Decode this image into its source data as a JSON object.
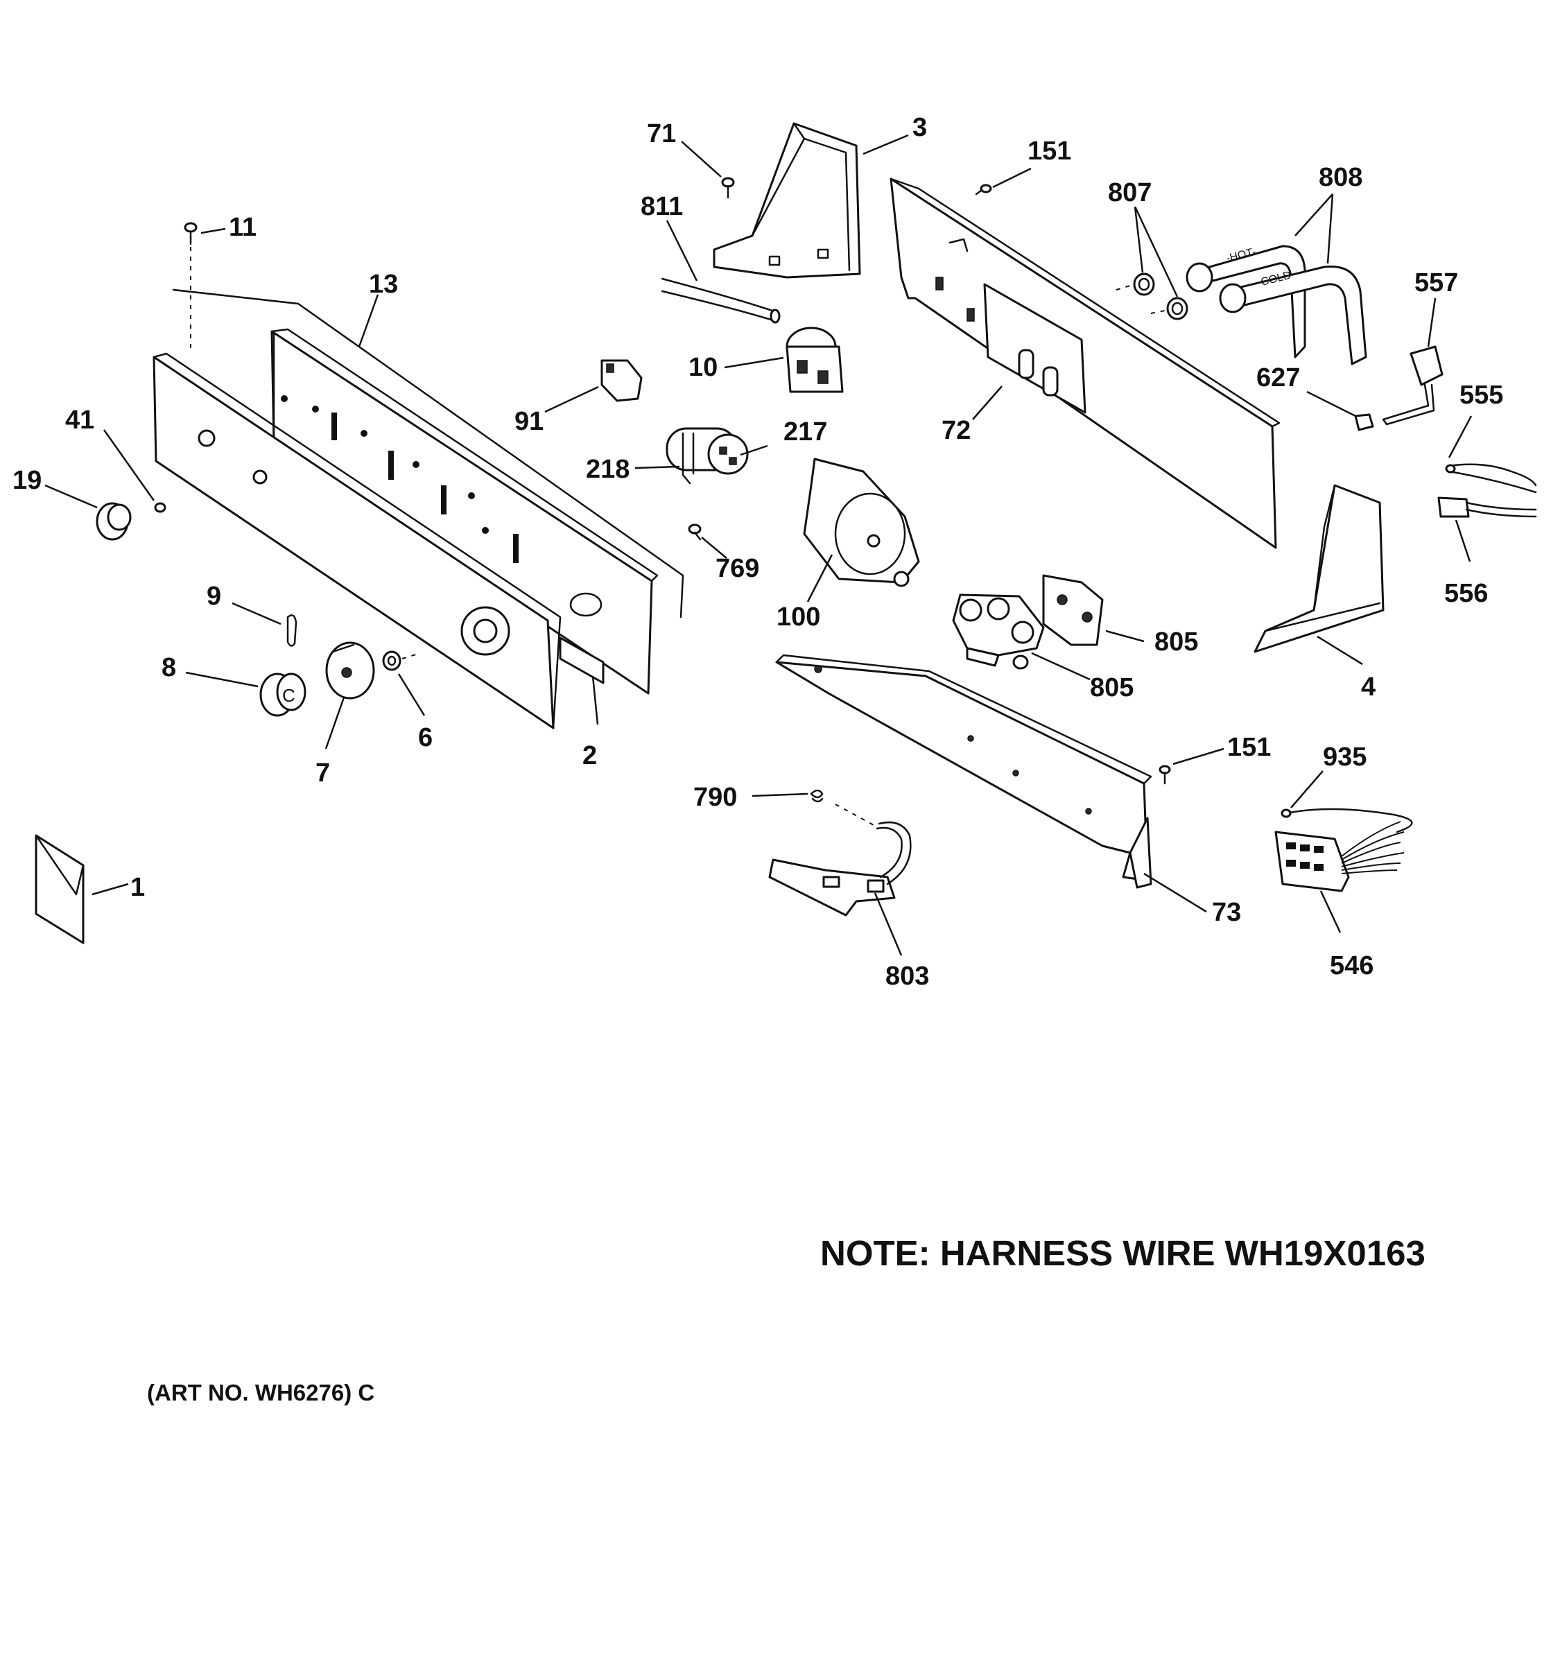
{
  "callouts": [
    {
      "id": "c1",
      "label": "1"
    },
    {
      "id": "c2",
      "label": "2"
    },
    {
      "id": "c3",
      "label": "3"
    },
    {
      "id": "c4",
      "label": "4"
    },
    {
      "id": "c6",
      "label": "6"
    },
    {
      "id": "c7",
      "label": "7"
    },
    {
      "id": "c8",
      "label": "8"
    },
    {
      "id": "c9",
      "label": "9"
    },
    {
      "id": "c10",
      "label": "10"
    },
    {
      "id": "c11",
      "label": "11"
    },
    {
      "id": "c13",
      "label": "13"
    },
    {
      "id": "c19",
      "label": "19"
    },
    {
      "id": "c41",
      "label": "41"
    },
    {
      "id": "c71",
      "label": "71"
    },
    {
      "id": "c72",
      "label": "72"
    },
    {
      "id": "c73",
      "label": "73"
    },
    {
      "id": "c91",
      "label": "91"
    },
    {
      "id": "c100",
      "label": "100"
    },
    {
      "id": "c151a",
      "label": "151"
    },
    {
      "id": "c151b",
      "label": "151"
    },
    {
      "id": "c217",
      "label": "217"
    },
    {
      "id": "c218",
      "label": "218"
    },
    {
      "id": "c546",
      "label": "546"
    },
    {
      "id": "c555",
      "label": "555"
    },
    {
      "id": "c556",
      "label": "556"
    },
    {
      "id": "c557",
      "label": "557"
    },
    {
      "id": "c627",
      "label": "627"
    },
    {
      "id": "c769",
      "label": "769"
    },
    {
      "id": "c790",
      "label": "790"
    },
    {
      "id": "c803",
      "label": "803"
    },
    {
      "id": "c805a",
      "label": "805"
    },
    {
      "id": "c805b",
      "label": "805"
    },
    {
      "id": "c807",
      "label": "807"
    },
    {
      "id": "c808",
      "label": "808"
    },
    {
      "id": "c811",
      "label": "811"
    },
    {
      "id": "c935",
      "label": "935"
    }
  ],
  "note": "NOTE: HARNESS WIRE WH19X0163",
  "art_number": "(ART NO. WH6276) C",
  "hose_labels": {
    "hot": "-HOT-",
    "cold": "COLD"
  }
}
